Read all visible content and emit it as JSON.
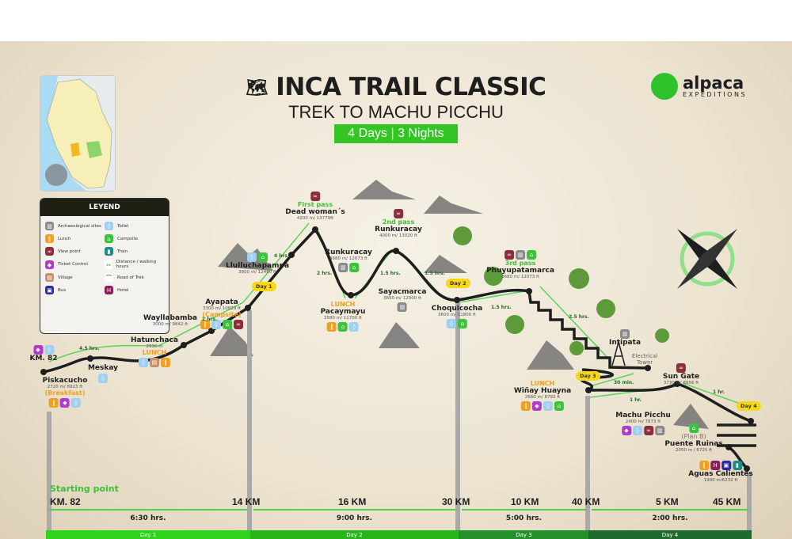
{
  "header": {
    "title": "INCA TRAIL CLASSIC",
    "subtitle": "TREK TO MACHU PICCHU",
    "duration": "4 Days | 3 Nights"
  },
  "brand": {
    "name": "alpaca",
    "tagline": "EXPEDITIONS"
  },
  "legend": {
    "title": "LEYEND",
    "items": [
      {
        "label": "Archaeological sites",
        "icon": "archaeological-icon",
        "color": "#8a8a8a"
      },
      {
        "label": "Toilet",
        "icon": "toilet-icon",
        "color": "#9fd0f0"
      },
      {
        "label": "Lunch",
        "icon": "lunch-icon",
        "color": "#f0a020"
      },
      {
        "label": "Campsite",
        "icon": "campsite-icon",
        "color": "#3cc23c"
      },
      {
        "label": "View point",
        "icon": "viewpoint-icon",
        "color": "#8b2f3a"
      },
      {
        "label": "Train",
        "icon": "train-icon",
        "color": "#1f8a8a"
      },
      {
        "label": "Ticket Control",
        "icon": "ticket-icon",
        "color": "#b03ad0"
      },
      {
        "label": "Distance / walking hours",
        "icon": "distance-icon",
        "color": "#ffffff"
      },
      {
        "label": "Village",
        "icon": "village-icon",
        "color": "#c8906a"
      },
      {
        "label": "Road of Trek",
        "icon": "road-icon",
        "color": "#ffffff"
      },
      {
        "label": "Bus",
        "icon": "bus-icon",
        "color": "#2a2aa0"
      },
      {
        "label": "Hotel",
        "icon": "hotel-icon",
        "color": "#8b1f5a"
      }
    ]
  },
  "locations": [
    {
      "name": "KM. 82",
      "icons": [
        "ticket",
        "toilet"
      ]
    },
    {
      "name": "Piskacucho",
      "elevation": "2720 m/ 8923 ft",
      "note": "(Breakfast)",
      "icons": [
        "lunch",
        "ticket",
        "toilet"
      ]
    },
    {
      "name": "Meskay",
      "icons": [
        "toilet"
      ]
    },
    {
      "name": "Hatunchaca",
      "elevation": "2930 m",
      "note": "LUNCH",
      "icons": [
        "toilet",
        "village",
        "lunch"
      ]
    },
    {
      "name": "Wayllabamba",
      "elevation": "3000 m/ 9842 ft"
    },
    {
      "name": "Ayapata",
      "elevation": "3300 m/ 10829 ft",
      "note": "(Campsite)",
      "icons": [
        "lunch",
        "toilet",
        "campsite",
        "viewpoint"
      ]
    },
    {
      "name": "Llulluchapampa",
      "elevation": "3800 m/ 12460 ft",
      "icons": [
        "toilet",
        "campsite"
      ]
    },
    {
      "name": "Dead woman´s",
      "elevation": "4200 m/ 13779ft",
      "note": "First pass",
      "icons": [
        "viewpoint"
      ]
    },
    {
      "name": "Runkuracay",
      "elevation": "3680 m/ 12073 ft",
      "icons": [
        "archaeological",
        "campsite"
      ]
    },
    {
      "name": "Pacaymayu",
      "elevation": "3580 m/ 11700 ft",
      "note": "LUNCH",
      "icons": [
        "lunch",
        "campsite",
        "toilet"
      ]
    },
    {
      "name": "Runkuracay",
      "elevation": "4000 m/ 13020 ft",
      "note": "2nd pass",
      "icons": [
        "viewpoint"
      ]
    },
    {
      "name": "Sayacmarca",
      "elevation": "3650 m/ 12000 ft",
      "icons": [
        "archaeological"
      ]
    },
    {
      "name": "Choquicocha",
      "elevation": "3600 m/ 11800 ft",
      "icons": [
        "toilet",
        "campsite"
      ]
    },
    {
      "name": "Phuyupatamarca",
      "elevation": "3680 m/ 12073 ft",
      "note": "3rd pass",
      "icons": [
        "viewpoint",
        "archaeological",
        "campsite"
      ]
    },
    {
      "name": "Intipata",
      "icons": [
        "archaeological"
      ]
    },
    {
      "name": "Electrical Tower"
    },
    {
      "name": "Wiñay Huayna",
      "elevation": "2680 m/ 8792 ft",
      "note": "LUNCH",
      "icons": [
        "lunch",
        "ticket",
        "toilet",
        "campsite"
      ]
    },
    {
      "name": "Sun Gate",
      "elevation": "3730 m/ 8956 ft",
      "icons": [
        "viewpoint"
      ]
    },
    {
      "name": "Machu Picchu",
      "elevation": "2400 m/ 7873 ft",
      "icons": [
        "ticket",
        "toilet",
        "viewpoint",
        "archaeological"
      ]
    },
    {
      "name": "Puente Ruinas",
      "elevation": "2050 m / 6725 ft",
      "note": "(Plan B)",
      "icons": [
        "campsite"
      ]
    },
    {
      "name": "Aguas Calientes",
      "elevation": "1900 m/6232 ft",
      "icons": [
        "lunch",
        "hotel",
        "bus",
        "train"
      ]
    }
  ],
  "walking_times": [
    "4.5 hrs.",
    "2 hrs.",
    "4 hrs.",
    "2 hrs.",
    "1.5 hrs.",
    "1.5 hrs.",
    "1.5 hrs.",
    "2.5 hrs.",
    "30 min.",
    "1 hr.",
    "1 hr."
  ],
  "day_tags": [
    "Day 1",
    "Day 2",
    "Day 3",
    "Day 4"
  ],
  "bottom": {
    "starting_point": "Starting point",
    "km_markers": [
      "KM. 82",
      "14 KM",
      "16 KM",
      "30 KM",
      "10 KM",
      "40 KM",
      "5 KM",
      "45 KM"
    ],
    "durations": [
      "6:30 hrs.",
      "9:00 hrs.",
      "5:00 hrs.",
      "2:00 hrs."
    ],
    "days": [
      {
        "label": "Day 1",
        "color": "#2fd41a"
      },
      {
        "label": "Day 2",
        "color": "#27b51a"
      },
      {
        "label": "Day 3",
        "color": "#23902a"
      },
      {
        "label": "Day 4",
        "color": "#1d6b2e"
      }
    ]
  },
  "icon_colors": {
    "archaeological": "#8a8a8a",
    "lunch": "#f0a020",
    "viewpoint": "#8b2f3a",
    "ticket": "#b03ad0",
    "village": "#c8906a",
    "bus": "#2a2aa0",
    "toilet": "#9fd0f0",
    "campsite": "#3cc23c",
    "train": "#1f8a8a",
    "hotel": "#8b1f5a"
  }
}
